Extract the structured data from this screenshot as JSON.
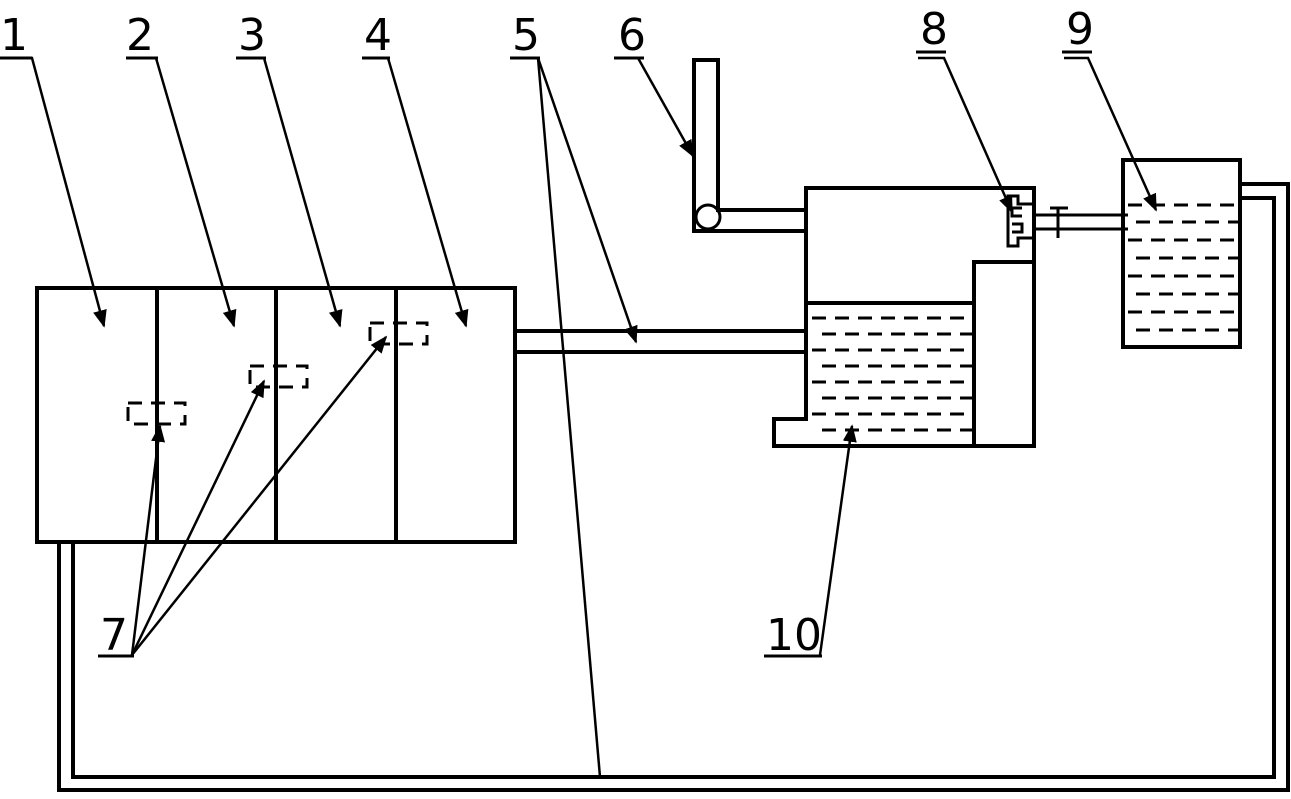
{
  "labels": {
    "l1": "1",
    "l2": "2",
    "l3": "3",
    "l4": "4",
    "l5": "5",
    "l6": "6",
    "l7": "7",
    "l8": "8",
    "l9": "9",
    "l10": "10"
  },
  "colors": {
    "line": "#000000",
    "background": "#ffffff"
  }
}
